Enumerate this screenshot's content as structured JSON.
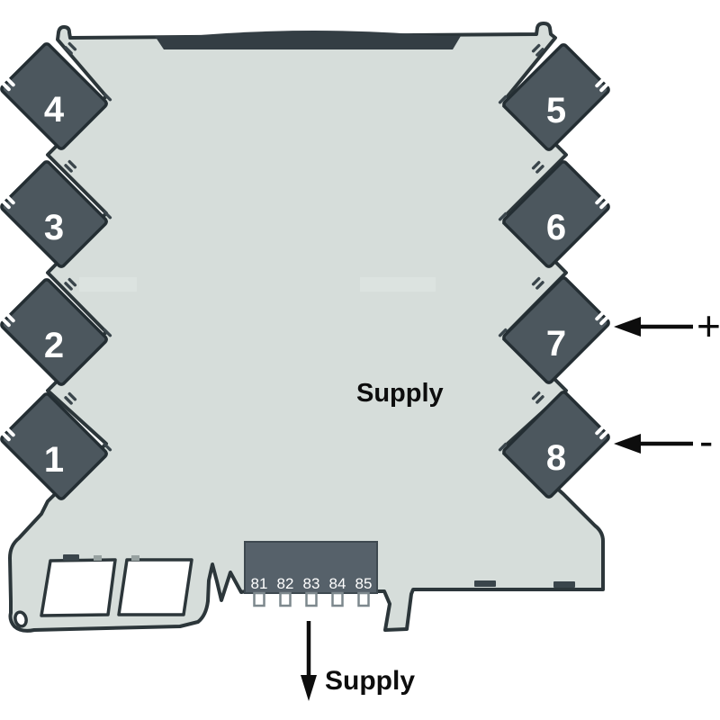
{
  "colors": {
    "body": "#d6ddda",
    "outline": "#2c363a",
    "terminal": "#4c575e",
    "terminal_text": "#ffffff",
    "block": "#56616a",
    "bar": "#343e44",
    "screw": "#3a454b",
    "annotation": "#0d0d0d"
  },
  "terminals": {
    "left": [
      {
        "label": "4"
      },
      {
        "label": "3"
      },
      {
        "label": "2"
      },
      {
        "label": "1"
      }
    ],
    "right": [
      {
        "label": "5"
      },
      {
        "label": "6"
      },
      {
        "label": "7"
      },
      {
        "label": "8"
      }
    ]
  },
  "labels": {
    "supply_center": "Supply",
    "supply_bottom": "Supply",
    "plus": "+",
    "minus": "-"
  },
  "supply_block": {
    "pins": [
      "81",
      "82",
      "83",
      "84",
      "85"
    ]
  }
}
